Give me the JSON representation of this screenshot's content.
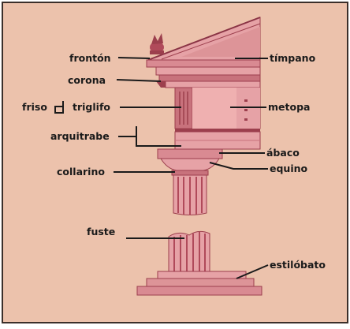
{
  "diagram": {
    "labels": {
      "fronton": "frontón",
      "timpano": "tímpano",
      "corona": "corona",
      "friso": "friso",
      "triglifo": "triglifo",
      "metopa": "metopa",
      "arquitrabe": "arquitrabe",
      "abaco": "ábaco",
      "collarino": "collarino",
      "equino": "equino",
      "fuste": "fuste",
      "estilobato": "estilóbato"
    },
    "colors": {
      "background": "#ecc2ac",
      "frame": "#3b2f2a",
      "stone": "#e6a2a6",
      "stone_shade": "#c8727c",
      "stone_dark": "#9c3f4d",
      "line": "#1a1a1a"
    }
  }
}
